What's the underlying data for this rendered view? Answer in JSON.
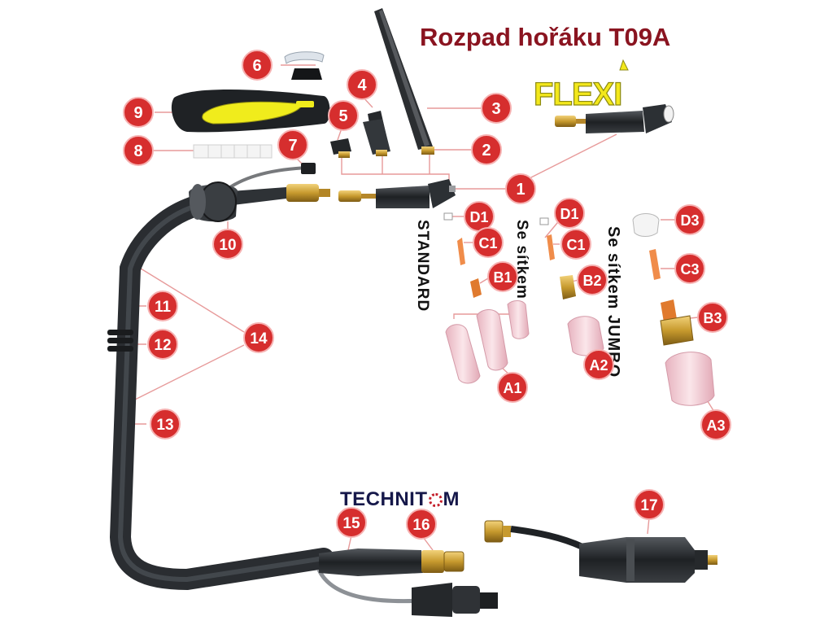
{
  "title": "Rozpad hořáku T09A",
  "brand": {
    "text_before": "TECHNIT",
    "text_after": "M",
    "logo_text": "FLEXI"
  },
  "group_labels": {
    "standard": "STANDARD",
    "sitkem": "Se sítkem",
    "jumbo": "Se sítkem JUMBO"
  },
  "callouts": {
    "n1": "1",
    "n2": "2",
    "n3": "3",
    "n4": "4",
    "n5": "5",
    "n6": "6",
    "n7": "7",
    "n8": "8",
    "n9": "9",
    "n10": "10",
    "n11": "11",
    "n12": "12",
    "n13": "13",
    "n14": "14",
    "n15": "15",
    "n16": "16",
    "n17": "17",
    "d1a": "D1",
    "d1b": "D1",
    "d3": "D3",
    "c1a": "C1",
    "c1b": "C1",
    "c3": "C3",
    "b1": "B1",
    "b2": "B2",
    "b3": "B3",
    "a1": "A1",
    "a2": "A2",
    "a3": "A3"
  },
  "colors": {
    "badge": "#d62e2e",
    "title": "#8a1420",
    "brand": "#16184a",
    "handle_accent": "#f0ec1c",
    "cable": "#2e3236",
    "brass": "#c79a2e",
    "ceramic": "#f3cfd6",
    "leader": "#e79a9a"
  }
}
